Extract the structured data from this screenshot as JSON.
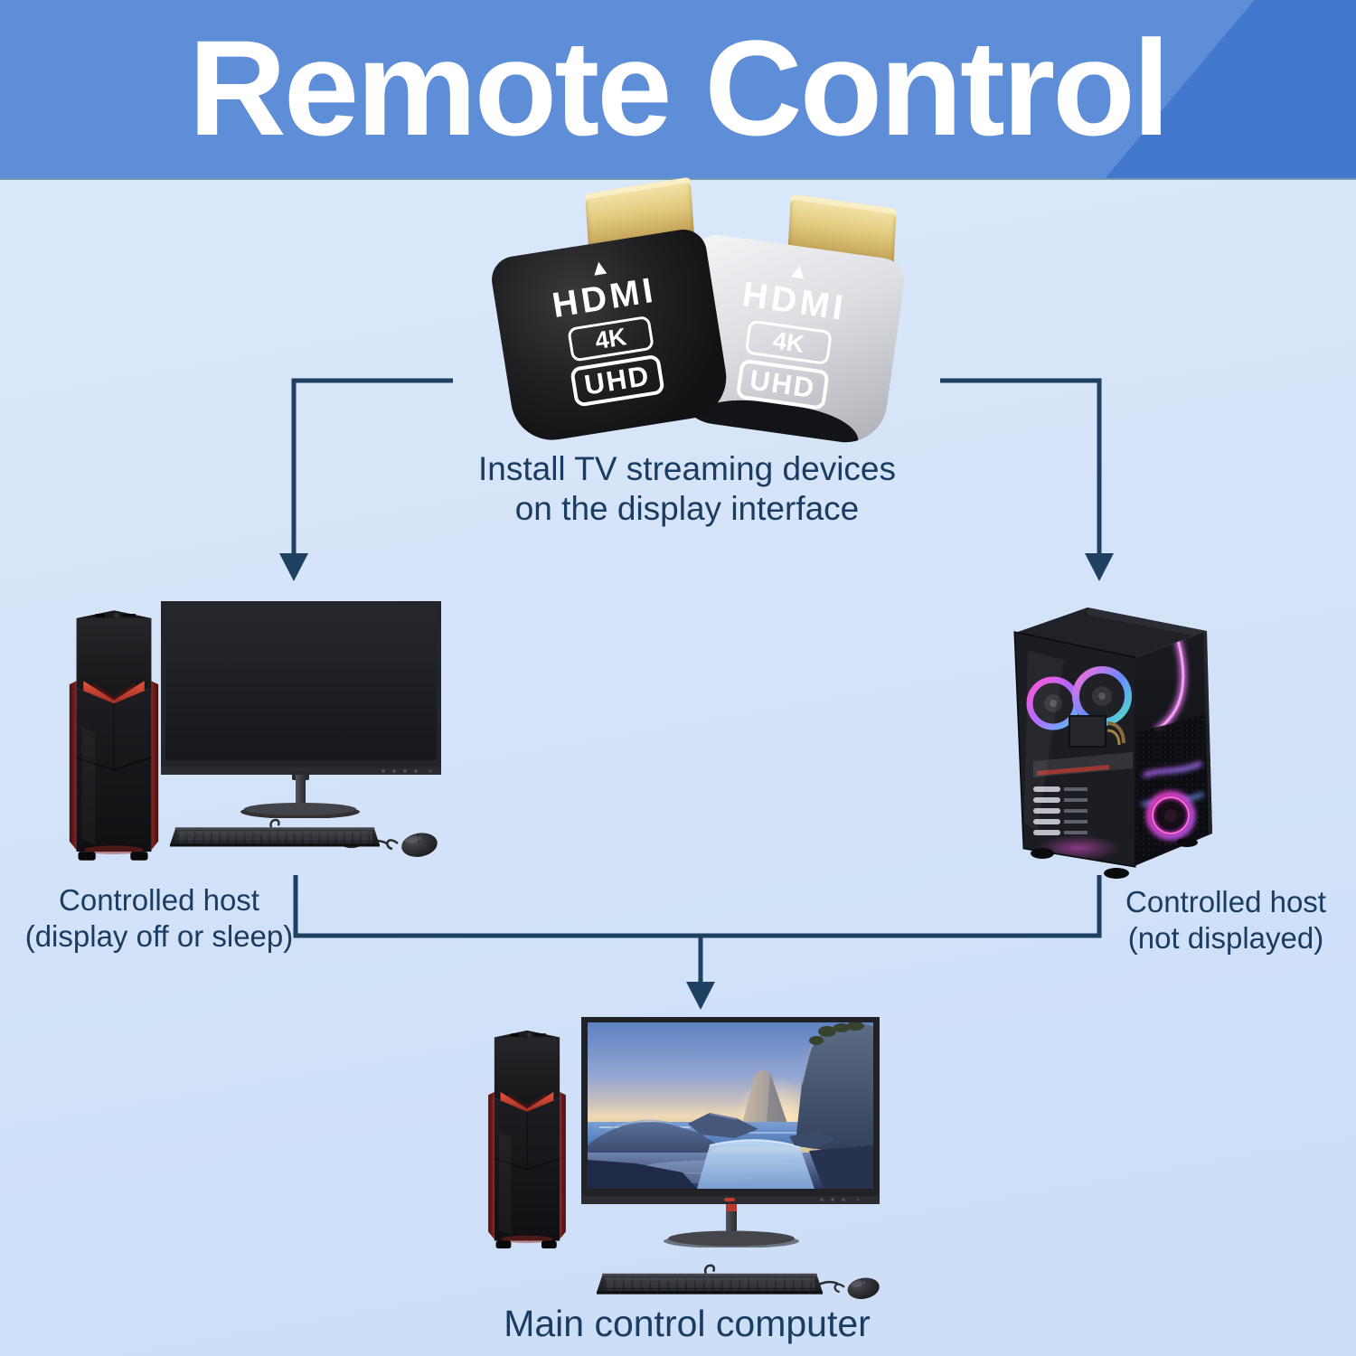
{
  "banner": {
    "title": "Remote Control",
    "color_left": "#5f8ed8",
    "color_right": "#4478cd"
  },
  "adapters": {
    "caption_line1": "Install TV streaming devices",
    "caption_line2": "on the display interface",
    "plugs": [
      {
        "variant": "black",
        "arrow": "▲",
        "logo": "HDMI",
        "badge_top": "4K",
        "badge_bottom": "UHD"
      },
      {
        "variant": "silver",
        "arrow": "▲",
        "logo": "HDMI",
        "badge_top": "4K",
        "badge_bottom": "UHD"
      }
    ]
  },
  "hosts": {
    "left": {
      "label_line1": "Controlled host",
      "label_line2": "(display off or sleep)"
    },
    "right": {
      "label_line1": "Controlled host",
      "label_line2": "(not displayed)"
    },
    "main": {
      "label": "Main control computer"
    }
  },
  "colors": {
    "background": "#d3e3f8",
    "arrow": "#1e4162",
    "caption_text": "#1b3c61",
    "plug_gold": "#d9bd72",
    "title_text": "#ffffff"
  }
}
